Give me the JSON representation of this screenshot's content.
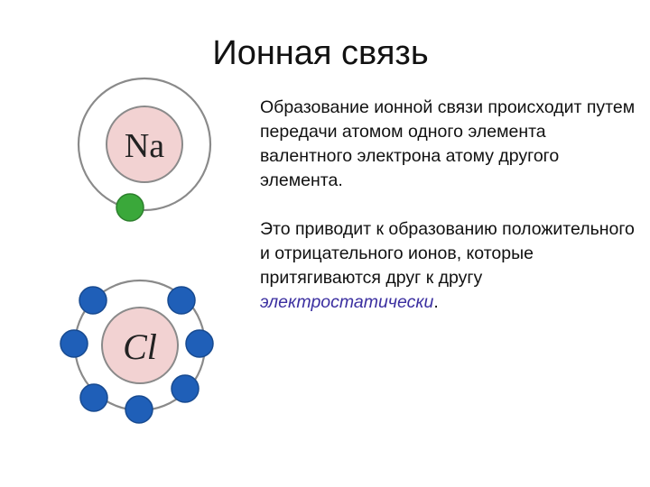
{
  "title": "Ионная связь",
  "atoms": {
    "sodium": {
      "symbol": "Na",
      "valence_electrons": 1
    },
    "chlorine": {
      "symbol": "Cl",
      "valence_electrons": 7
    }
  },
  "colors": {
    "nucleus_fill": "#f2d2d2",
    "orbit_stroke": "#8a8a8a",
    "sodium_electron": "#3aa83a",
    "chlorine_electron": "#1f5fb8",
    "highlight_text": "#3b2fa0"
  },
  "text": {
    "paragraph1": "Образование ионной связи происходит путем передачи атомом одного элемента валентного электрона атому другого элемента.",
    "paragraph2_prefix": "Это приводит к образованию положительного и отрицательного ионов, которые притягиваются друг к другу ",
    "paragraph2_highlight": "электростатически",
    "paragraph2_suffix": "."
  }
}
